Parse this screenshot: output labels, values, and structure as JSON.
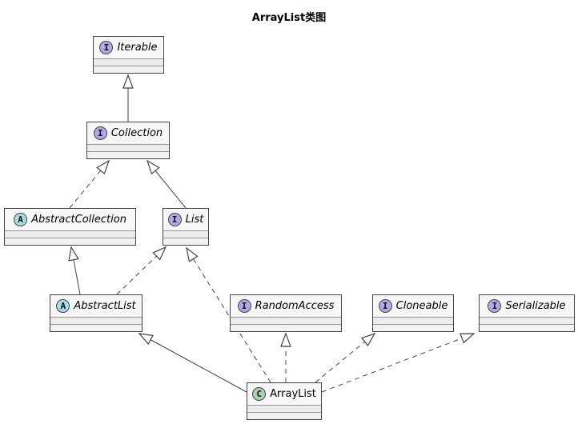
{
  "title": "ArrayList类图",
  "colors": {
    "interface_icon": "#b4a7e5",
    "abstract_icon": "#a9dcdf",
    "class_icon": "#add1b2",
    "box_background": "#f1f1f1",
    "box_border": "#454545",
    "line_color": "#454545"
  },
  "classes": {
    "iterable": {
      "stereotype": "I",
      "name": "Iterable"
    },
    "collection": {
      "stereotype": "I",
      "name": "Collection"
    },
    "abstract_collection": {
      "stereotype": "A",
      "name": "AbstractCollection"
    },
    "list": {
      "stereotype": "I",
      "name": "List"
    },
    "abstract_list": {
      "stereotype": "A",
      "name": "AbstractList"
    },
    "random_access": {
      "stereotype": "I",
      "name": "RandomAccess"
    },
    "cloneable": {
      "stereotype": "I",
      "name": "Cloneable"
    },
    "serializable": {
      "stereotype": "I",
      "name": "Serializable"
    },
    "array_list": {
      "stereotype": "C",
      "name": "ArrayList"
    }
  },
  "relations": [
    {
      "from": "Collection",
      "to": "Iterable",
      "kind": "extends",
      "line": "solid"
    },
    {
      "from": "AbstractCollection",
      "to": "Collection",
      "kind": "implements",
      "line": "dashed"
    },
    {
      "from": "List",
      "to": "Collection",
      "kind": "extends",
      "line": "solid"
    },
    {
      "from": "AbstractList",
      "to": "AbstractCollection",
      "kind": "extends",
      "line": "solid"
    },
    {
      "from": "AbstractList",
      "to": "List",
      "kind": "implements",
      "line": "dashed"
    },
    {
      "from": "ArrayList",
      "to": "AbstractList",
      "kind": "extends",
      "line": "solid"
    },
    {
      "from": "ArrayList",
      "to": "List",
      "kind": "implements",
      "line": "dashed"
    },
    {
      "from": "ArrayList",
      "to": "RandomAccess",
      "kind": "implements",
      "line": "dashed"
    },
    {
      "from": "ArrayList",
      "to": "Cloneable",
      "kind": "implements",
      "line": "dashed"
    },
    {
      "from": "ArrayList",
      "to": "Serializable",
      "kind": "implements",
      "line": "dashed"
    }
  ]
}
